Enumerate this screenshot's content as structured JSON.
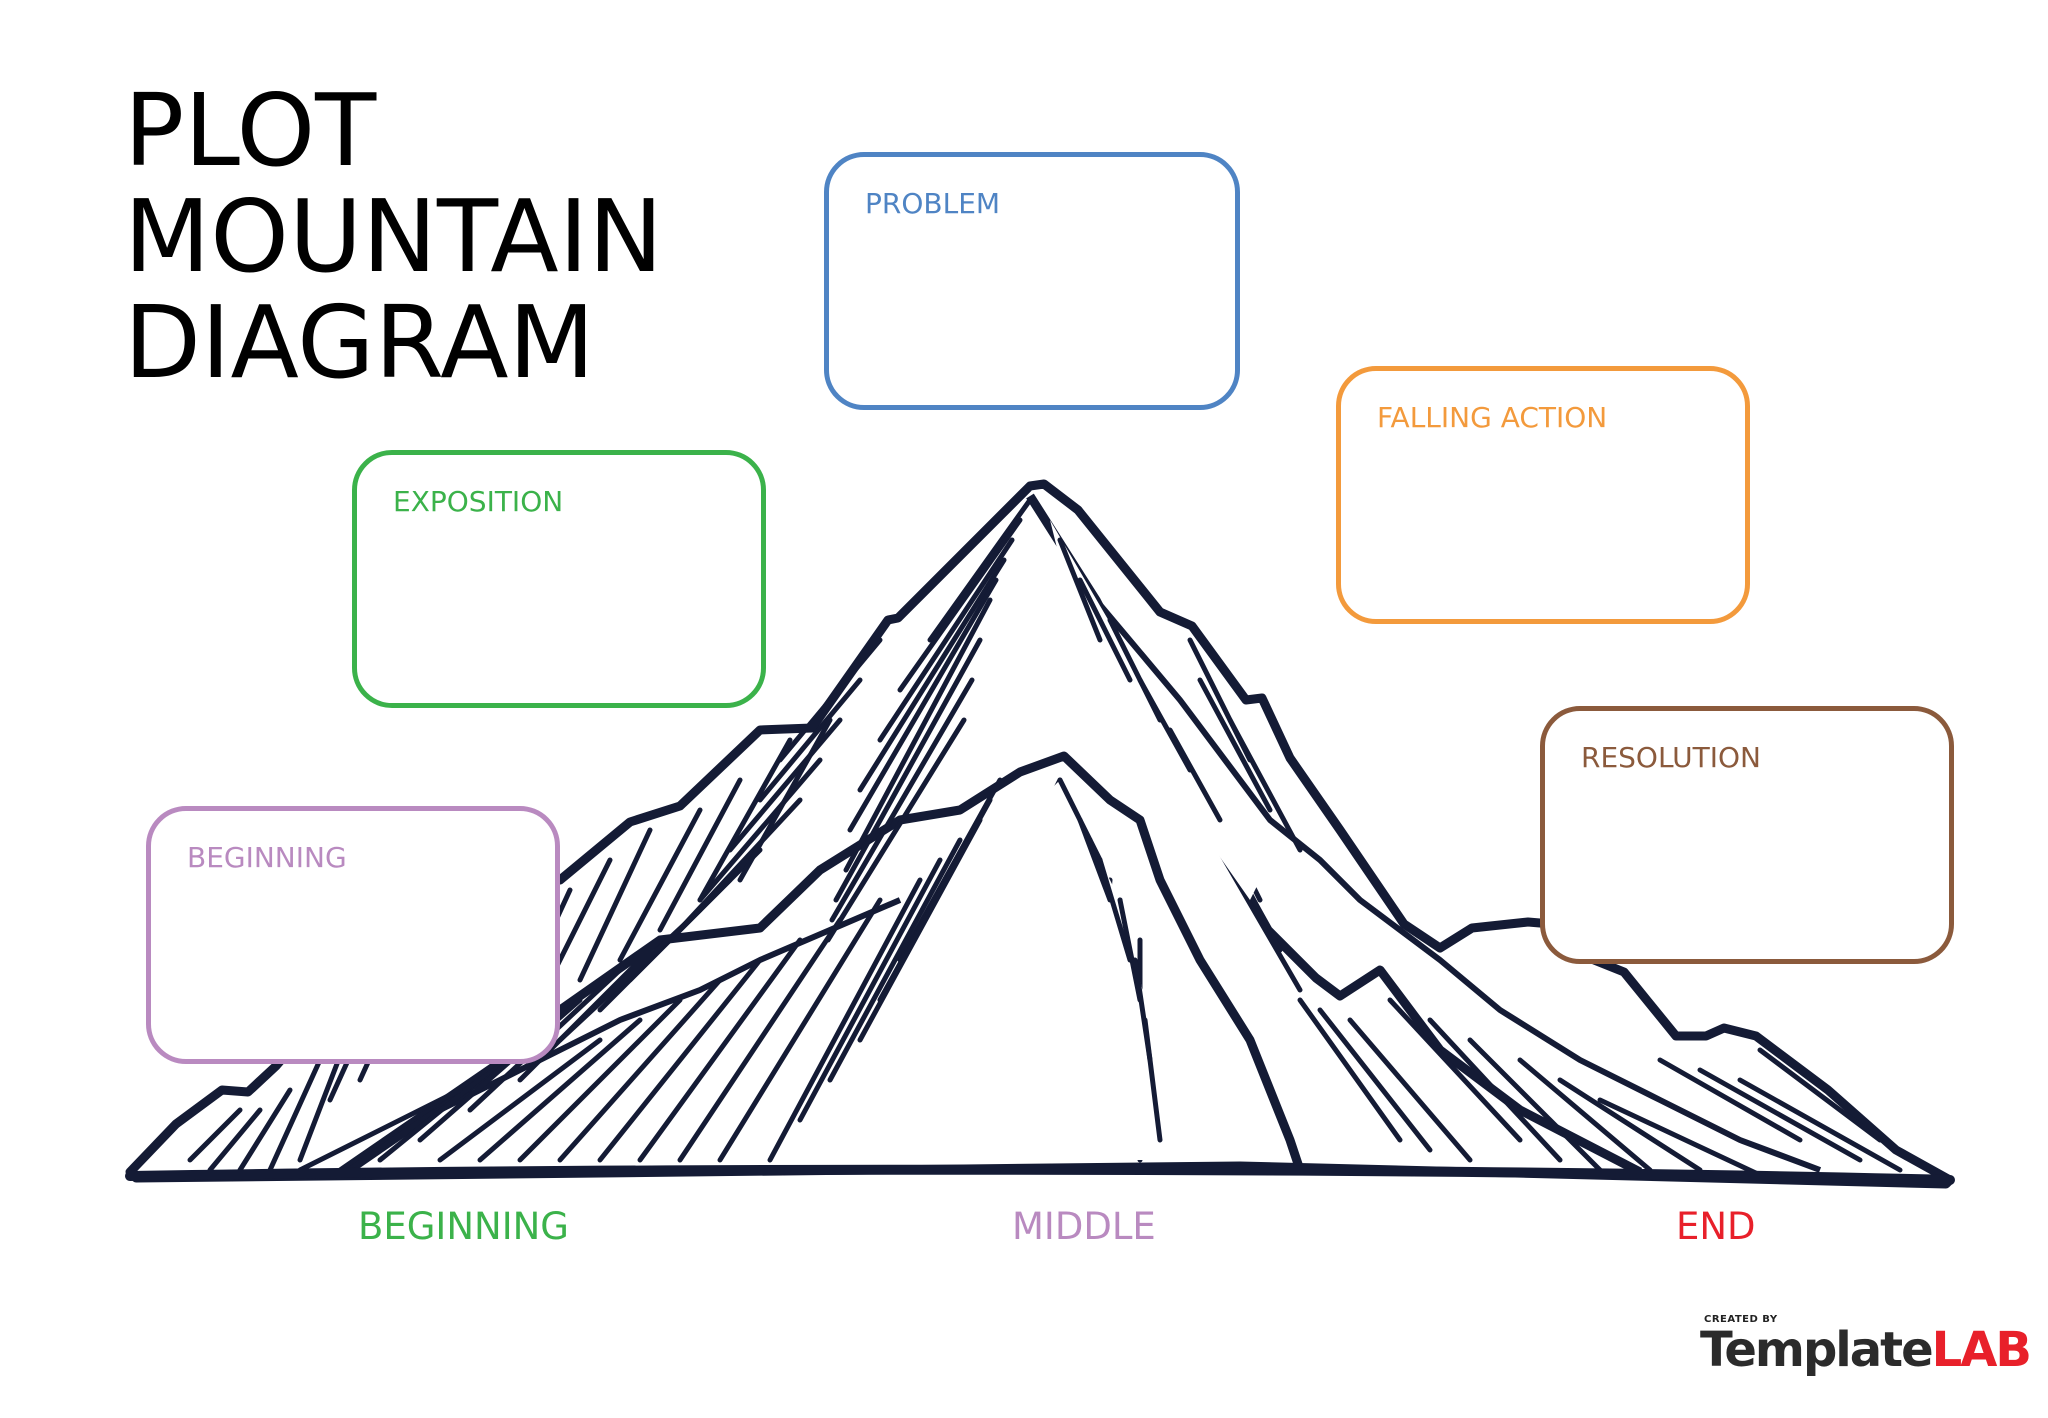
{
  "title": {
    "line1": "PLOT",
    "line2": "MOUNTAIN",
    "line3": "DIAGRAM"
  },
  "boxes": [
    {
      "label": "PROBLEM",
      "color": "#4f84c4"
    },
    {
      "label": "FALLING ACTION",
      "color": "#f39a3c"
    },
    {
      "label": "EXPOSITION",
      "color": "#3bb24a"
    },
    {
      "label": "RESOLUTION",
      "color": "#8b5a3c"
    },
    {
      "label": "BEGINNING",
      "color": "#b98ac0"
    }
  ],
  "stages": [
    {
      "label": "BEGINNING",
      "color": "#3bb24a"
    },
    {
      "label": "MIDDLE",
      "color": "#b98ac0"
    },
    {
      "label": "END",
      "color": "#e8202a"
    }
  ],
  "logo": {
    "created_by": "CREATED BY",
    "brand_main": "Template",
    "brand_accent": "LAB",
    "accent_color": "#e8202a"
  },
  "illustration": {
    "icon": "mountain-icon",
    "ink_color": "#141b35"
  }
}
